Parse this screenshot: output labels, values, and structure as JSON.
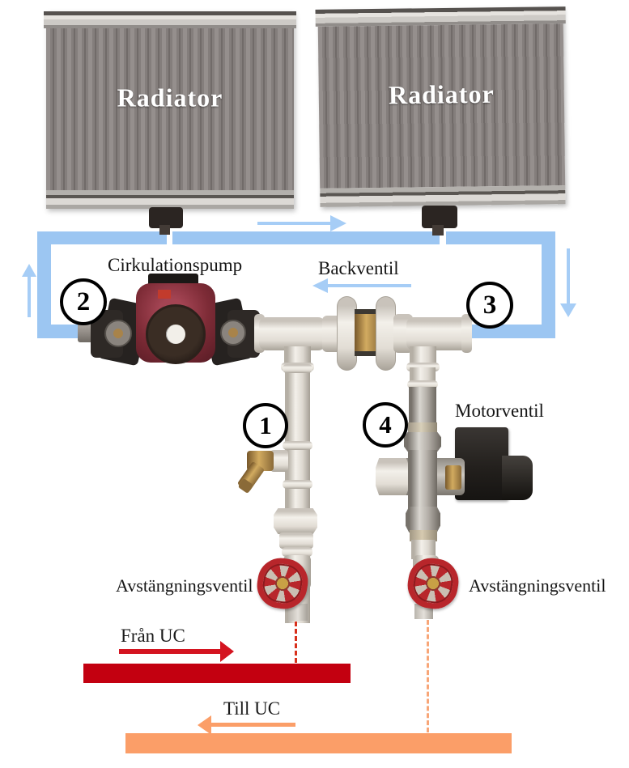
{
  "radiators": {
    "left": {
      "label": "Radiator"
    },
    "right": {
      "label": "Radiator"
    }
  },
  "labels": {
    "pump": "Cirkulationspump",
    "check_valve": "Backventil",
    "motor_valve": "Motorventil",
    "shutoff_valve_left": "Avstängningsventil",
    "shutoff_valve_right": "Avstängningsventil",
    "from_uc": "Från UC",
    "to_uc": "Till UC"
  },
  "markers": {
    "m1": "1",
    "m2": "2",
    "m3": "3",
    "m4": "4"
  },
  "colors": {
    "pipe_blue": "#9CC6F2",
    "arrow_blue": "#A6CDF6",
    "supply_red": "#C30010",
    "supply_arrow_red": "#D41420",
    "return_orange": "#FB9E68",
    "dashed_red": "#D8301C",
    "dashed_orange": "#F8A678",
    "pump_body_red": "#7D2B36",
    "handwheel_red": "#B8262B",
    "brass": "#A07E42"
  }
}
